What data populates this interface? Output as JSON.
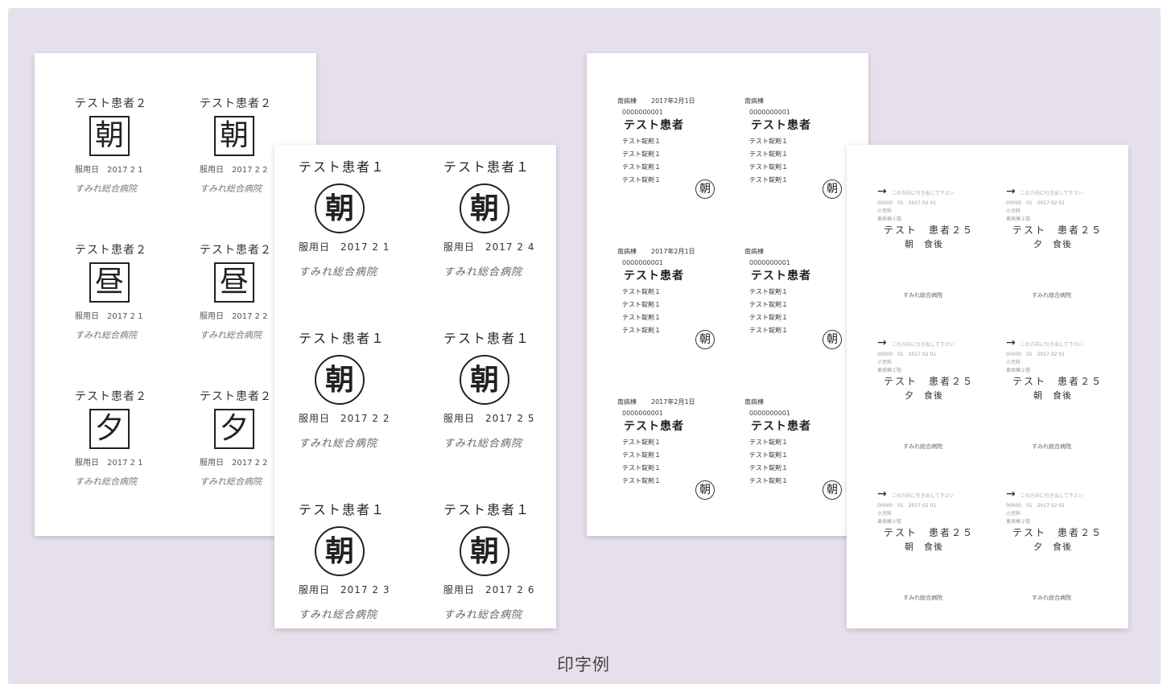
{
  "caption": "印字例",
  "sheet_a": {
    "labels": [
      {
        "name": "テスト患者２",
        "mark": "朝",
        "date_label": "服用日",
        "date": "2017 2 1",
        "hospital": "すみれ総合病院"
      },
      {
        "name": "テスト患者２",
        "mark": "朝",
        "date_label": "服用日",
        "date": "2017 2 2",
        "hospital": "すみれ総合病院"
      },
      {
        "name": "テスト患者２",
        "mark": "昼",
        "date_label": "服用日",
        "date": "2017 2 1",
        "hospital": "すみれ総合病院"
      },
      {
        "name": "テスト患者２",
        "mark": "昼",
        "date_label": "服用日",
        "date": "2017 2 2",
        "hospital": "すみれ総合病院"
      },
      {
        "name": "テスト患者２",
        "mark": "夕",
        "date_label": "服用日",
        "date": "2017 2 1",
        "hospital": "すみれ総合病院"
      },
      {
        "name": "テスト患者２",
        "mark": "夕",
        "date_label": "服用日",
        "date": "2017 2 2",
        "hospital": "すみれ総合病院"
      }
    ]
  },
  "sheet_b": {
    "labels": [
      {
        "name": "テスト患者１",
        "mark": "朝",
        "date_label": "服用日",
        "date": "2017 2 1",
        "hospital": "すみれ総合病院"
      },
      {
        "name": "テスト患者１",
        "mark": "朝",
        "date_label": "服用日",
        "date": "2017 2 4",
        "hospital": "すみれ総合病院"
      },
      {
        "name": "テスト患者１",
        "mark": "朝",
        "date_label": "服用日",
        "date": "2017 2 2",
        "hospital": "すみれ総合病院"
      },
      {
        "name": "テスト患者１",
        "mark": "朝",
        "date_label": "服用日",
        "date": "2017 2 5",
        "hospital": "すみれ総合病院"
      },
      {
        "name": "テスト患者１",
        "mark": "朝",
        "date_label": "服用日",
        "date": "2017 2 3",
        "hospital": "すみれ総合病院"
      },
      {
        "name": "テスト患者１",
        "mark": "朝",
        "date_label": "服用日",
        "date": "2017 2 6",
        "hospital": "すみれ総合病院"
      }
    ]
  },
  "sheet_c": {
    "labels": [
      {
        "ward": "南病棟",
        "date": "2017年2月1日",
        "id": "0000000001",
        "name": "テスト患者",
        "drugs": [
          "テスト錠剤１",
          "テスト錠剤１",
          "テスト錠剤１",
          "テスト錠剤１"
        ],
        "mark": "朝"
      },
      {
        "ward": "南病棟",
        "date": "",
        "id": "0000000001",
        "name": "テスト患者",
        "drugs": [
          "テスト錠剤１",
          "テスト錠剤１",
          "テスト錠剤１",
          "テスト錠剤１"
        ],
        "mark": "朝"
      },
      {
        "ward": "南病棟",
        "date": "2017年2月1日",
        "id": "0000000001",
        "name": "テスト患者",
        "drugs": [
          "テスト錠剤１",
          "テスト錠剤１",
          "テスト錠剤１",
          "テスト錠剤１"
        ],
        "mark": "朝"
      },
      {
        "ward": "南病棟",
        "date": "",
        "id": "0000000001",
        "name": "テスト患者",
        "drugs": [
          "テスト錠剤１",
          "テスト錠剤１",
          "テスト錠剤１",
          "テスト錠剤１"
        ],
        "mark": "朝"
      },
      {
        "ward": "南病棟",
        "date": "2017年2月1日",
        "id": "0000000001",
        "name": "テスト患者",
        "drugs": [
          "テスト錠剤１",
          "テスト錠剤１",
          "テスト錠剤１",
          "テスト錠剤１"
        ],
        "mark": "朝"
      },
      {
        "ward": "南病棟",
        "date": "",
        "id": "0000000001",
        "name": "テスト患者",
        "drugs": [
          "テスト錠剤１",
          "テスト錠剤１",
          "テスト錠剤１",
          "テスト錠剤１"
        ],
        "mark": "朝"
      }
    ]
  },
  "sheet_d": {
    "labels": [
      {
        "arrow": "→",
        "note": "この方向に引き出して下さい",
        "code": "00000　01　2017 02 01",
        "unit": "小児科",
        "ward": "東病棟２階",
        "name_a": "テスト",
        "name_b": "患者２５",
        "timing": "朝",
        "meal": "食後",
        "hospital": "すみれ総合病院"
      },
      {
        "arrow": "→",
        "note": "この方向に引き出して下さい",
        "code": "00000　01　2017 02 01",
        "unit": "小児科",
        "ward": "東病棟２階",
        "name_a": "テスト",
        "name_b": "患者２５",
        "timing": "夕",
        "meal": "食後",
        "hospital": "すみれ総合病院"
      },
      {
        "arrow": "→",
        "note": "この方向に引き出して下さい",
        "code": "00000　01　2017 02 01",
        "unit": "小児科",
        "ward": "東病棟２階",
        "name_a": "テスト",
        "name_b": "患者２５",
        "timing": "夕",
        "meal": "食後",
        "hospital": "すみれ総合病院"
      },
      {
        "arrow": "→",
        "note": "この方向に引き出して下さい",
        "code": "00000　01　2017 02 01",
        "unit": "小児科",
        "ward": "東病棟２階",
        "name_a": "テスト",
        "name_b": "患者２５",
        "timing": "朝",
        "meal": "食後",
        "hospital": "すみれ総合病院"
      },
      {
        "arrow": "→",
        "note": "この方向に引き出して下さい",
        "code": "00000　01　2017 02 01",
        "unit": "小児科",
        "ward": "東病棟２階",
        "name_a": "テスト",
        "name_b": "患者２５",
        "timing": "朝",
        "meal": "食後",
        "hospital": "すみれ総合病院"
      },
      {
        "arrow": "→",
        "note": "この方向に引き出して下さい",
        "code": "00000　01　2017 02 01",
        "unit": "小児科",
        "ward": "東病棟２階",
        "name_a": "テスト",
        "name_b": "患者２５",
        "timing": "夕",
        "meal": "食後",
        "hospital": "すみれ総合病院"
      }
    ]
  }
}
